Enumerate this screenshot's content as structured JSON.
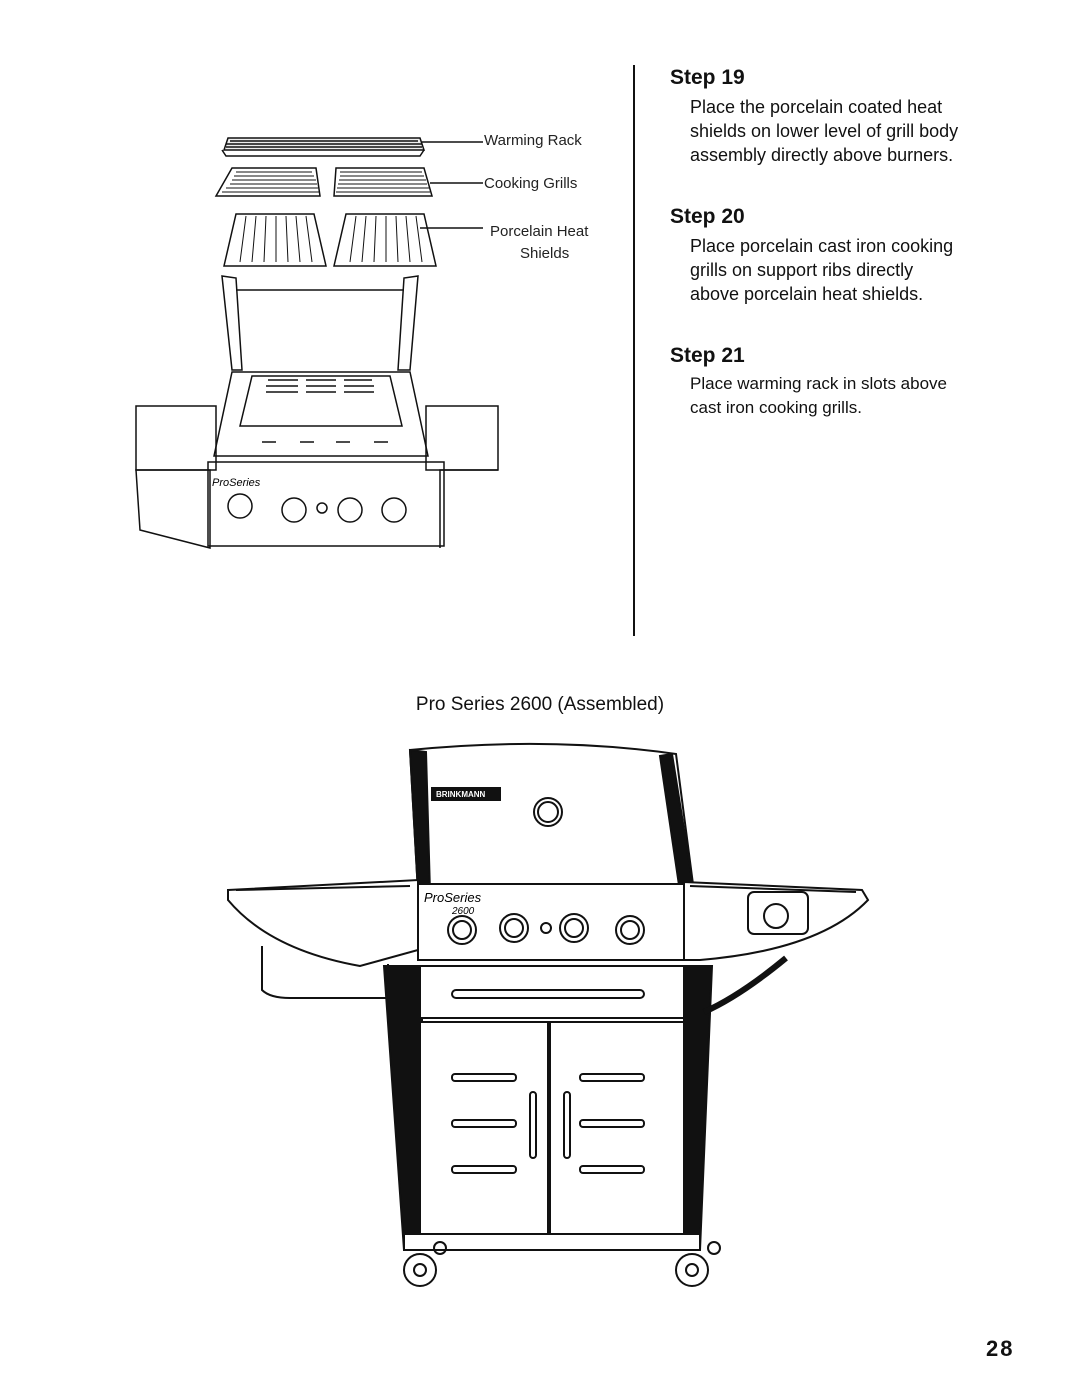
{
  "labels": {
    "warming_rack": "Warming Rack",
    "cooking_grills": "Cooking Grills",
    "heat_shields_1": "Porcelain Heat",
    "heat_shields_2": "Shields"
  },
  "steps": [
    {
      "title": "Step 19",
      "lines": [
        "Place the porcelain coated heat",
        "shields on lower level of grill body",
        "assembly directly above burners."
      ]
    },
    {
      "title": "Step 20",
      "lines": [
        "Place porcelain cast iron cooking",
        "grills on support ribs directly",
        "above porcelain heat shields."
      ]
    },
    {
      "title": "Step 21",
      "lines": [
        "Place warming rack in slots above",
        "cast iron cooking grills."
      ]
    }
  ],
  "assembled_caption": "Pro Series 2600 (Assembled)",
  "page_number": "28",
  "grill_text": {
    "brand_pro": "Pro",
    "brand_series": "Series",
    "model": "2600",
    "logo": "BRINKMANN"
  }
}
